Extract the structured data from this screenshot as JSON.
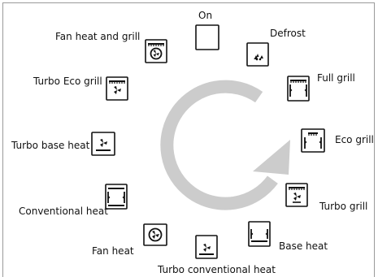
{
  "modes": {
    "on": "On",
    "defrost": "Defrost",
    "full_grill": "Full grill",
    "eco_grill": "Eco grill",
    "turbo_grill": "Turbo grill",
    "base_heat": "Base heat",
    "turbo_conventional_heat": "Turbo conventional heat",
    "fan_heat": "Fan heat",
    "conventional_heat": "Conventional heat",
    "turbo_base_heat": "Turbo base heat",
    "turbo_eco_grill": "Turbo Eco grill",
    "fan_heat_and_grill": "Fan heat and grill"
  },
  "icons": {
    "on": "blank-square-icon",
    "defrost": "defrost-icon",
    "full_grill": "full-grill-icon",
    "eco_grill": "eco-grill-icon",
    "turbo_grill": "turbo-grill-icon",
    "base_heat": "base-heat-icon",
    "turbo_conventional_heat": "turbo-conventional-heat-icon",
    "fan_heat": "fan-heat-icon",
    "conventional_heat": "conventional-heat-icon",
    "turbo_base_heat": "turbo-base-heat-icon",
    "turbo_eco_grill": "turbo-eco-grill-icon",
    "fan_heat_and_grill": "fan-heat-and-grill-icon"
  },
  "colors": {
    "arrow": "#cccccc",
    "ink": "#111111",
    "frame": "#9a9a9a"
  }
}
